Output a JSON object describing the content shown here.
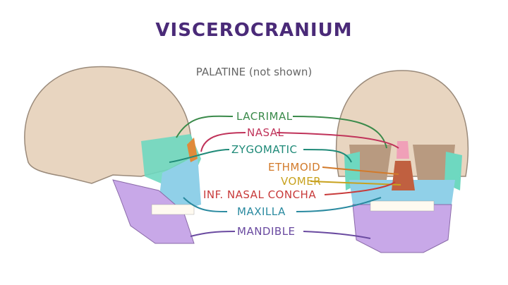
{
  "title": "VISCEROCRANIUM",
  "subtitle": "PALATINE (not shown)",
  "labels": [
    {
      "id": "lacrimal",
      "text": "LACRIMAL",
      "color": "#3a8a4a"
    },
    {
      "id": "nasal",
      "text": "NASAL",
      "color": "#c0335a"
    },
    {
      "id": "zygomatic",
      "text": "ZYGOMATIC",
      "color": "#1f8a78"
    },
    {
      "id": "ethmoid",
      "text": "ETHMOID",
      "color": "#d27a2a"
    },
    {
      "id": "vomer",
      "text": "VOMER",
      "color": "#c8a21e"
    },
    {
      "id": "inf_nasal_concha",
      "text": "INF. NASAL CONCHA",
      "color": "#c83a3a"
    },
    {
      "id": "maxilla",
      "text": "MAXILLA",
      "color": "#2a8aa0"
    },
    {
      "id": "mandible",
      "text": "MANDIBLE",
      "color": "#6a4aa0"
    }
  ],
  "colors": {
    "bone": "#e8d5c0",
    "lacrimal": "#e08a3a",
    "nasal": "#f0a0b8",
    "zygomatic": "#6ed8c0",
    "maxilla": "#90d0e8",
    "mandible": "#c8a8e8",
    "title": "#4a2a78"
  }
}
